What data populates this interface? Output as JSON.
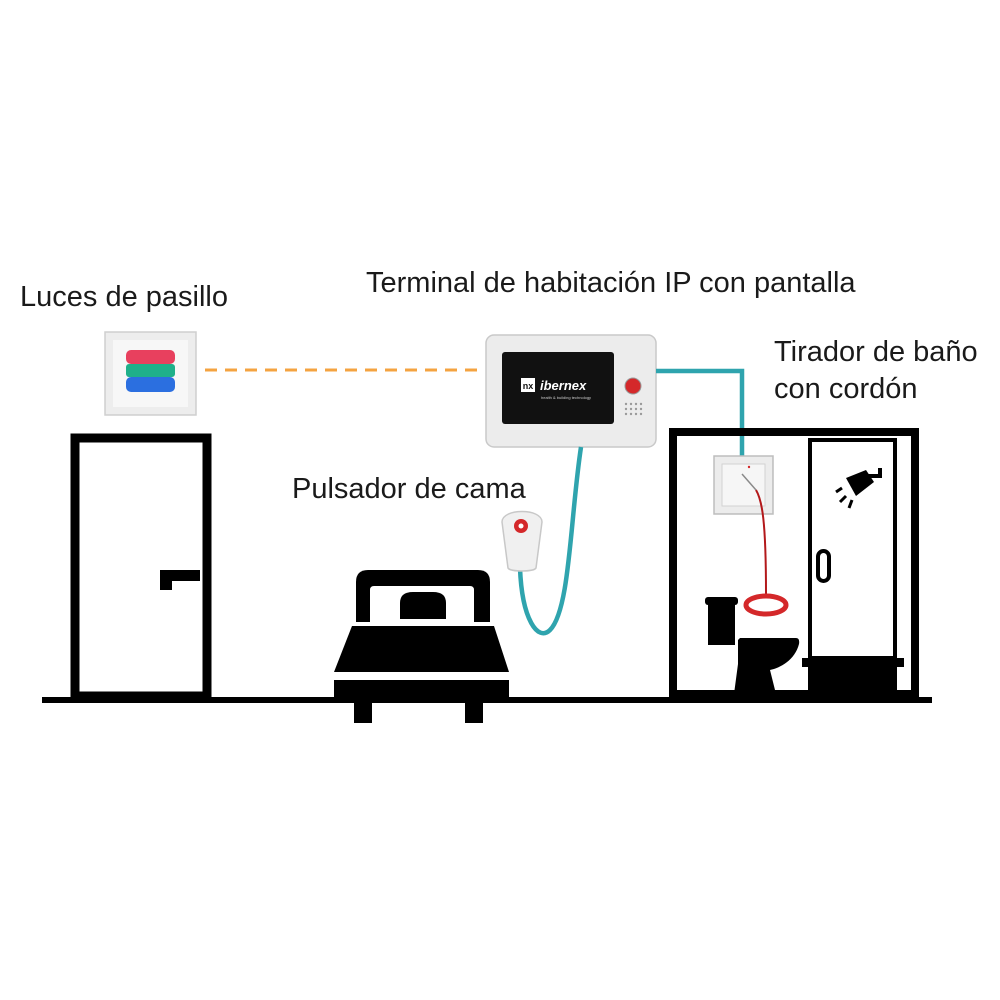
{
  "labels": {
    "corridor_lights": "Luces de pasillo",
    "room_terminal": "Terminal de habitación IP con pantalla",
    "bathroom_pull_line1": "Tirador de baño",
    "bathroom_pull_line2": "con cordón",
    "bed_push": "Pulsador de cama"
  },
  "terminal": {
    "brand": "ibernex",
    "logo_mark": "nx",
    "tagline": "health & building technology"
  },
  "colors": {
    "dashed_link": "#f4a340",
    "cable": "#2fa4ae",
    "silhouette": "#000000",
    "device_body": "#ececec",
    "alarm_red": "#d4282a",
    "light_red": "#e8405e",
    "light_green": "#1fb08a",
    "light_blue": "#2b6fe0"
  },
  "icons": [
    "door-icon",
    "bed-icon",
    "toilet-icon",
    "shower-icon"
  ]
}
